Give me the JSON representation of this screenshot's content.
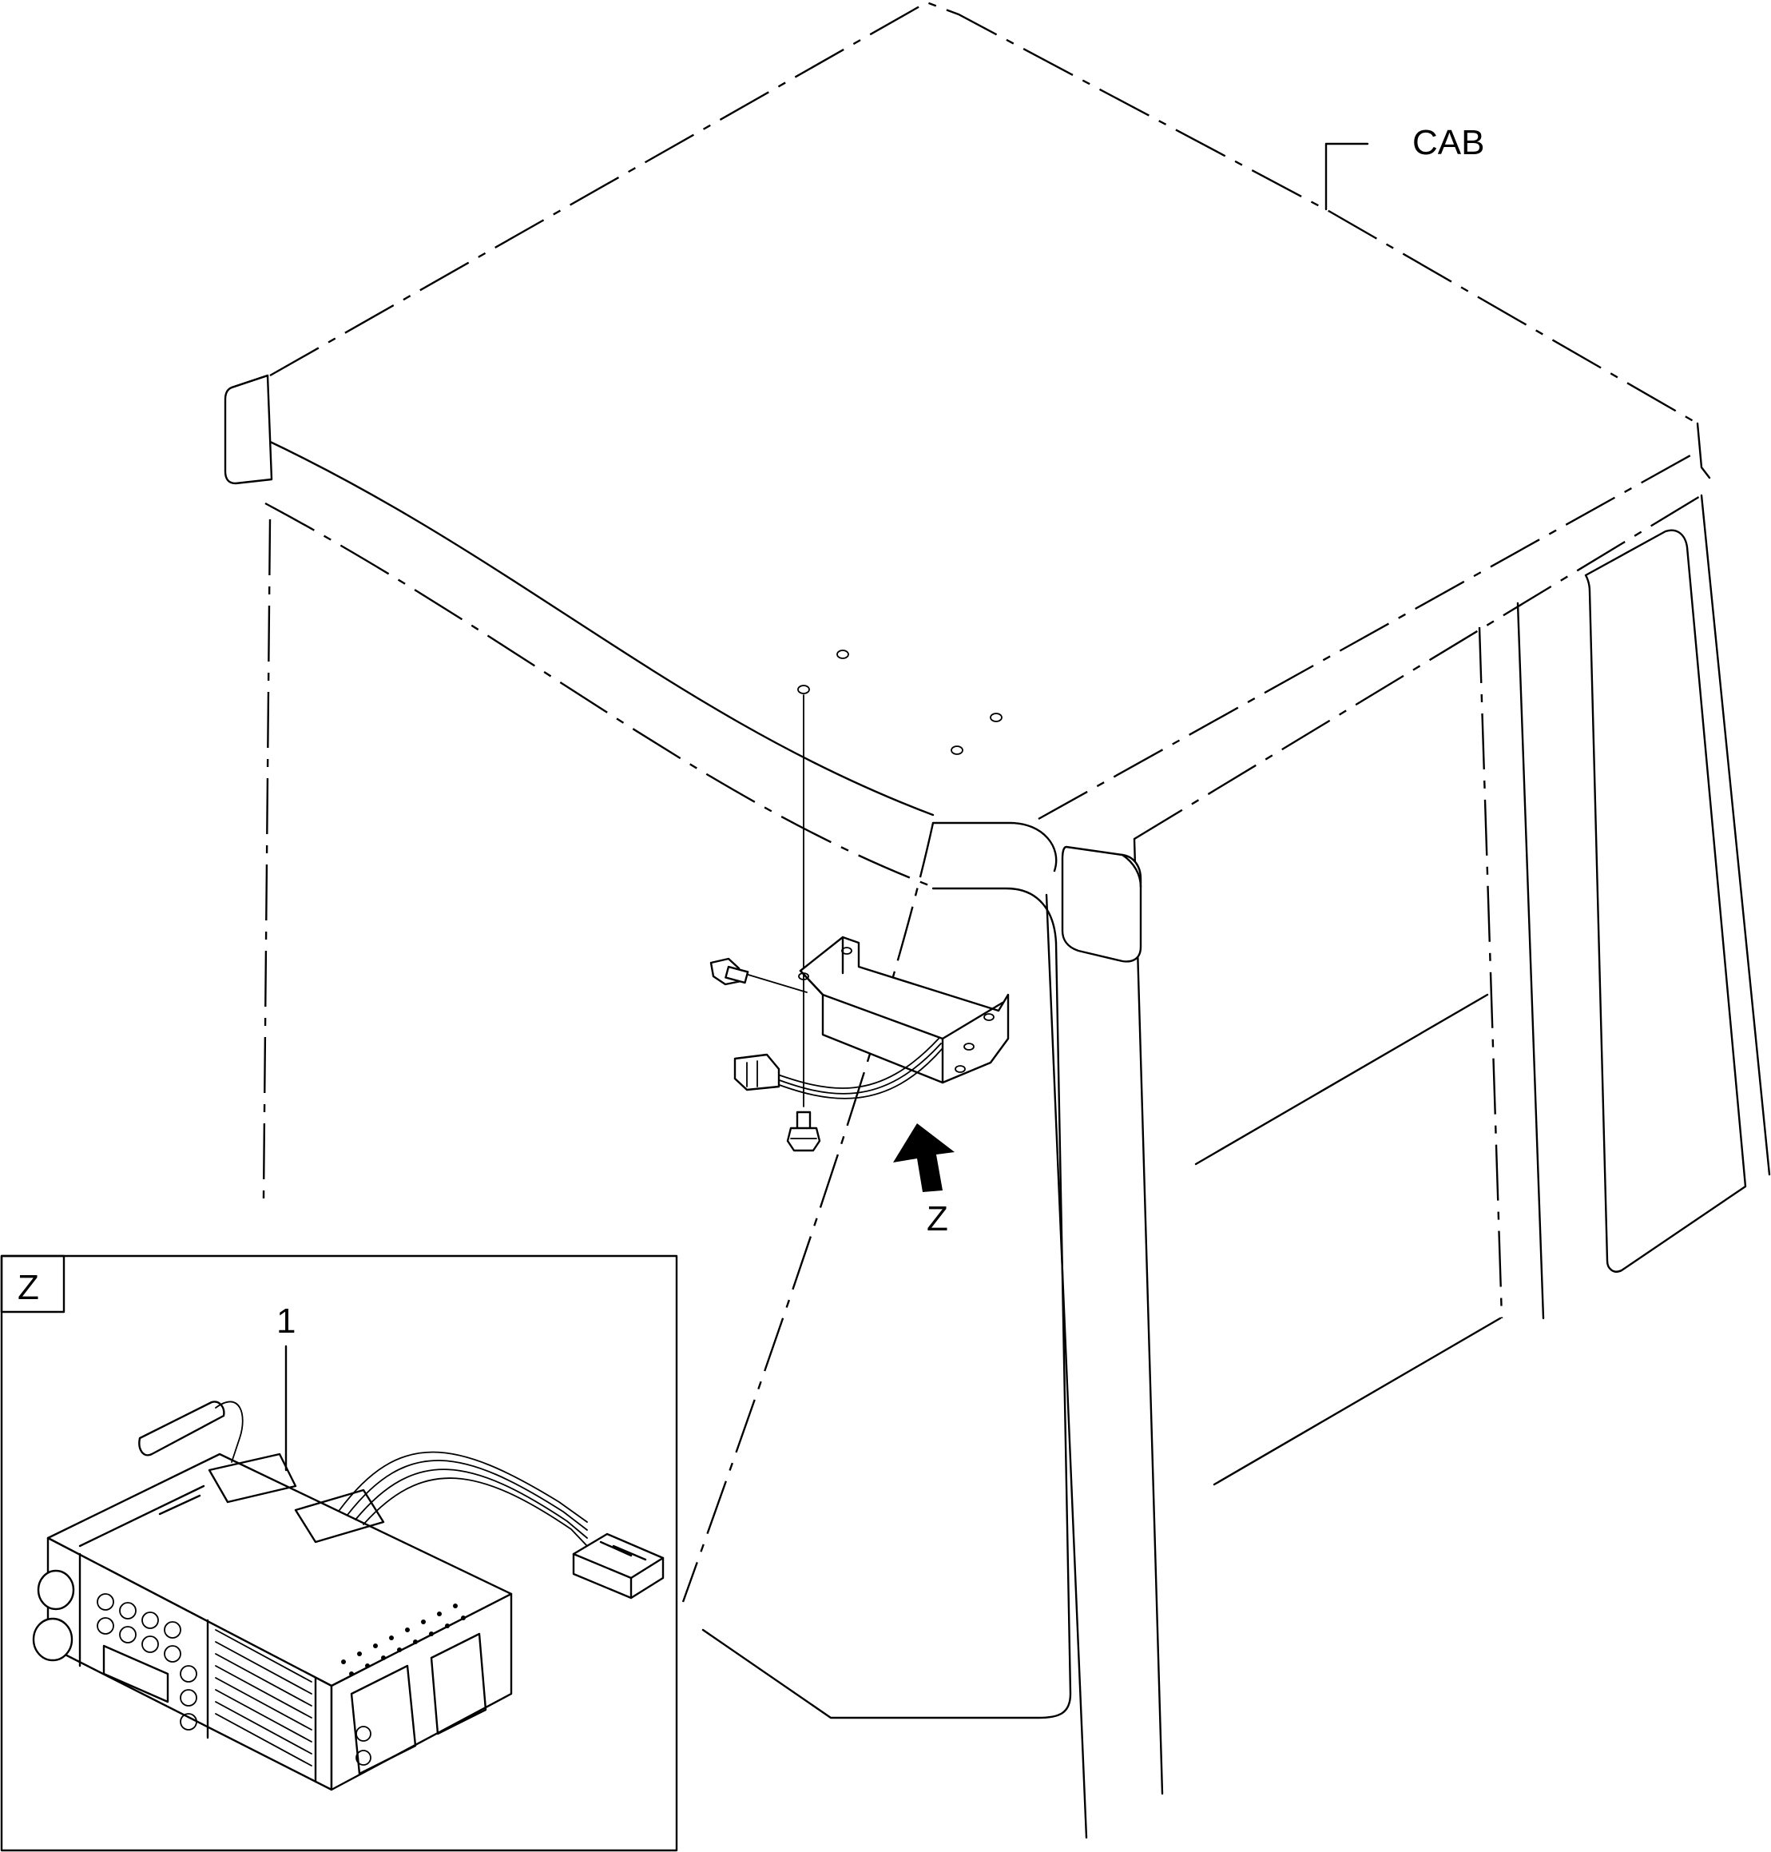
{
  "labels": {
    "cab": "CAB",
    "view_arrow": "Z",
    "inset_tag": "Z",
    "part_1": "1"
  },
  "icons": {
    "view_arrow": "view-direction-arrow-icon"
  }
}
